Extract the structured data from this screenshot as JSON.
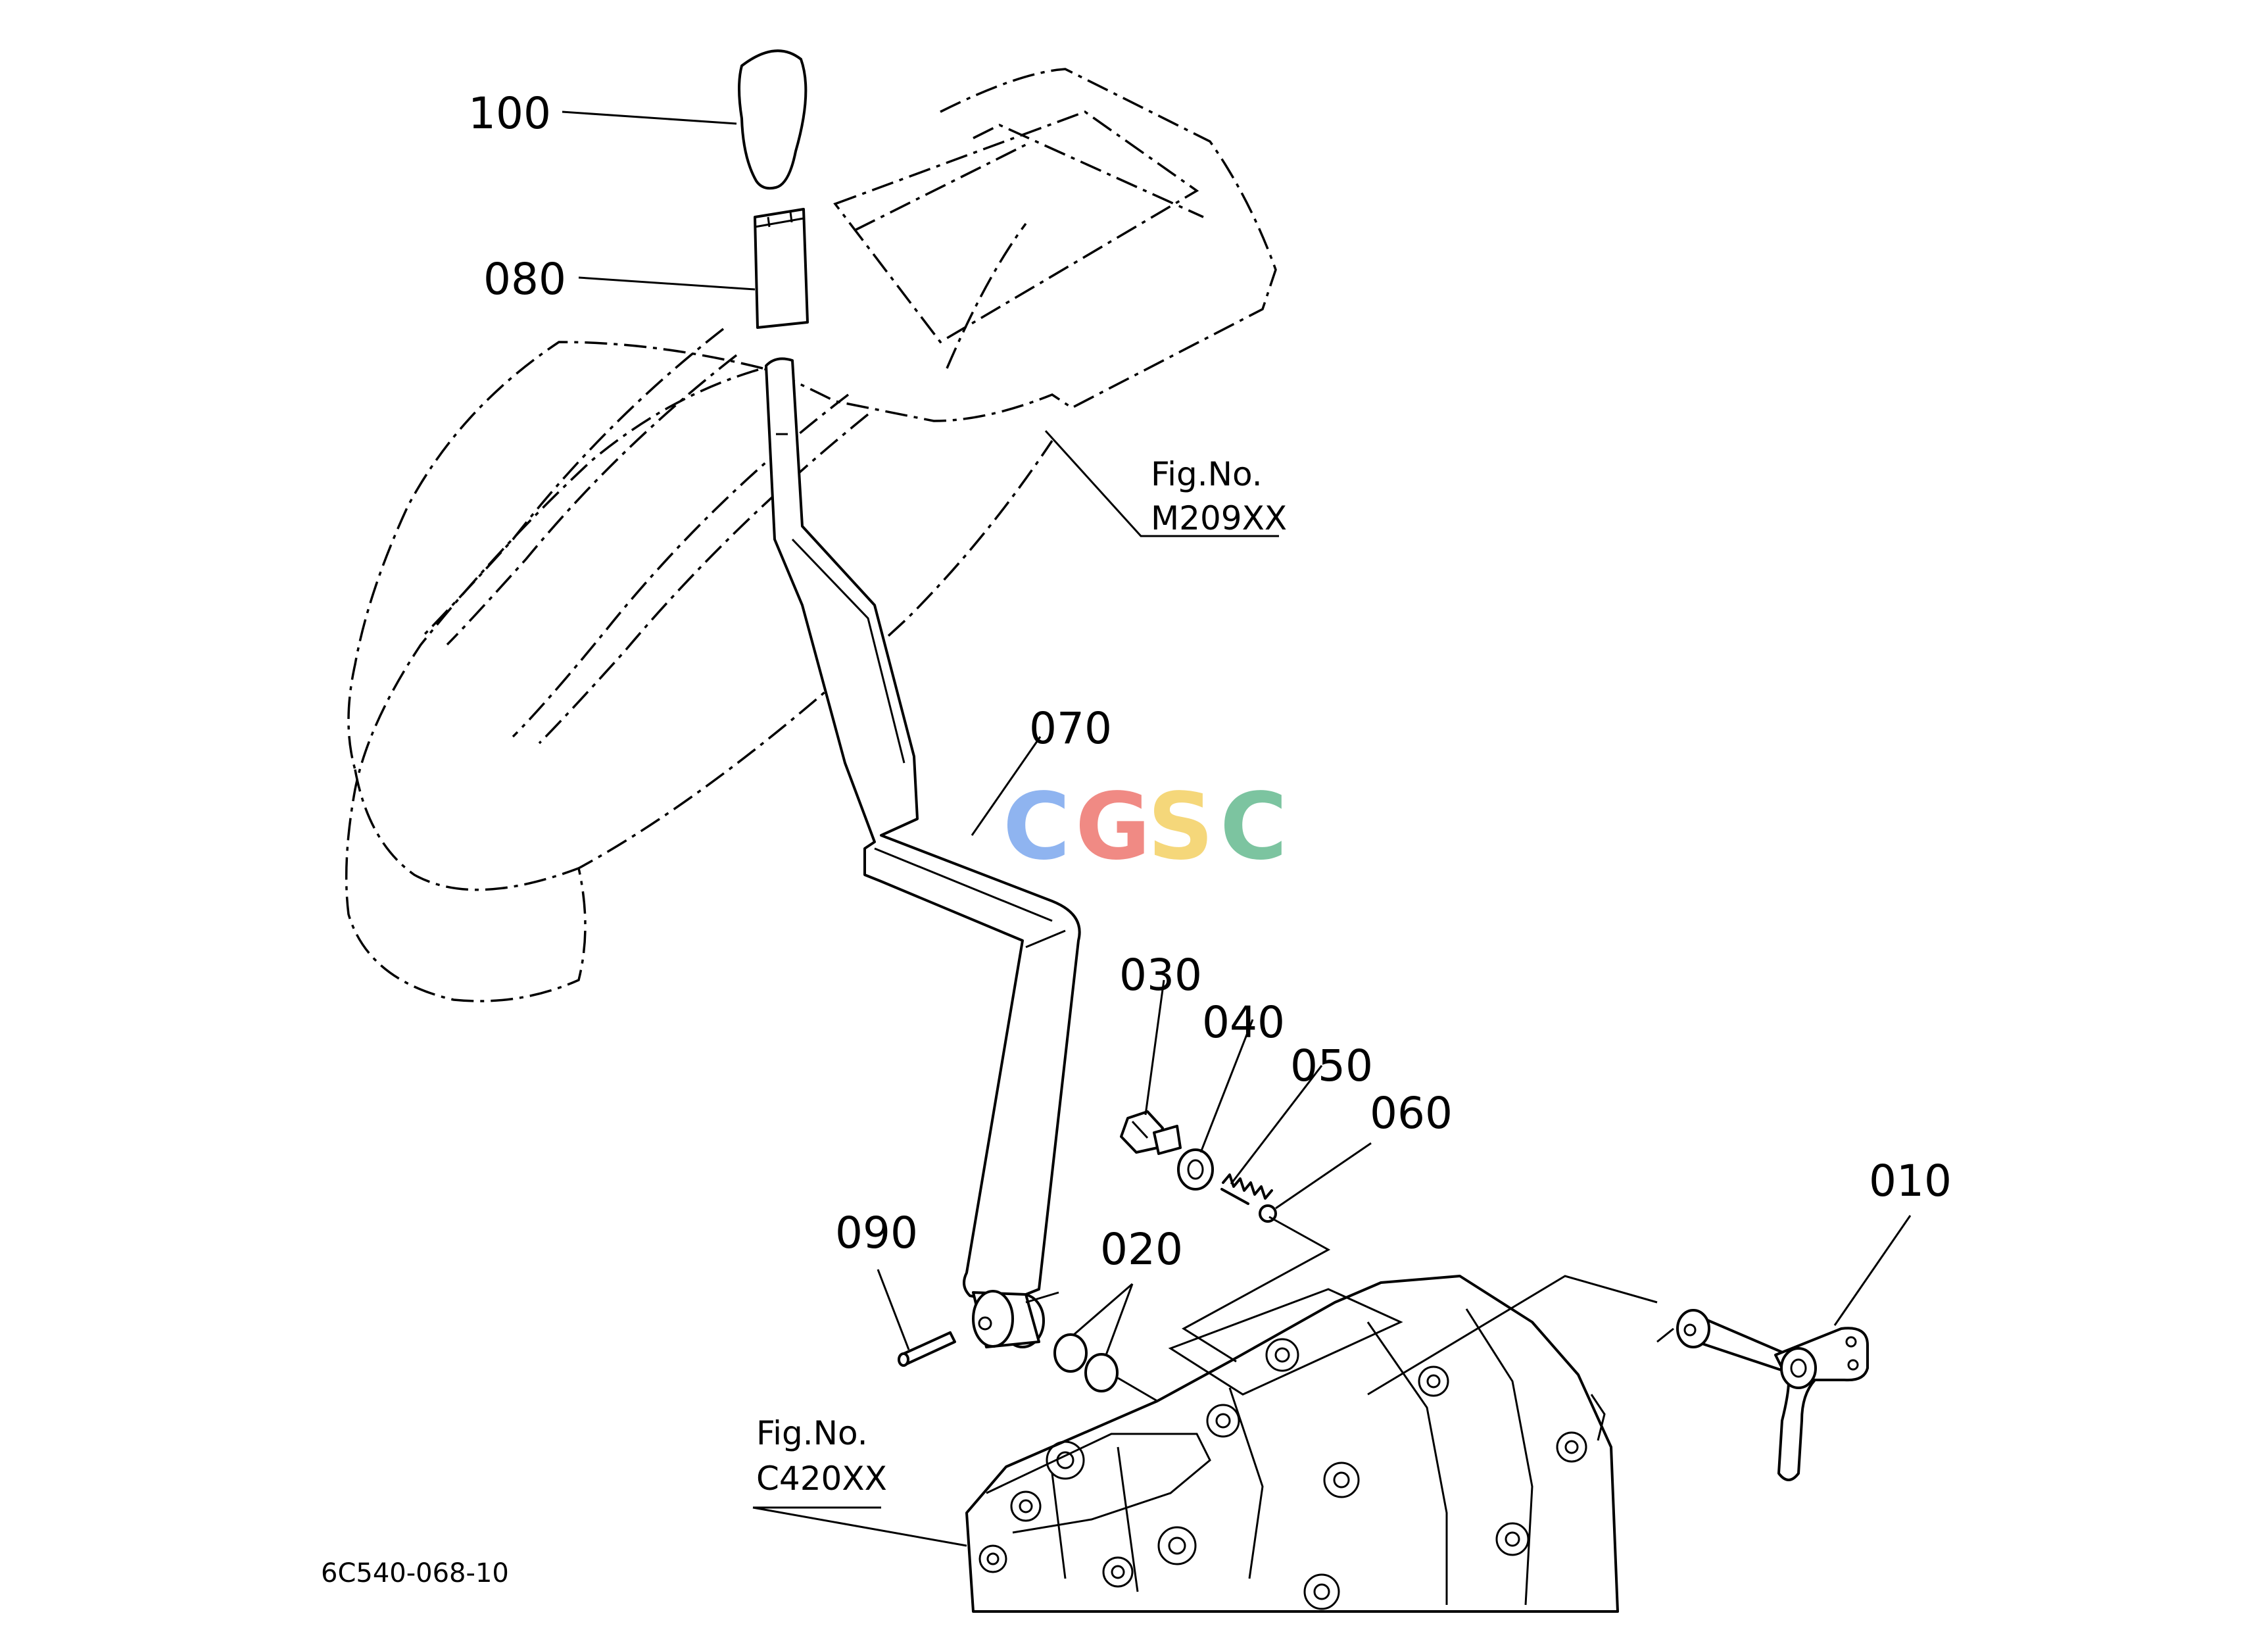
{
  "callouts": {
    "p100": "100",
    "p080": "080",
    "p070": "070",
    "p030": "030",
    "p040": "040",
    "p050": "050",
    "p060": "060",
    "p090": "090",
    "p020": "020",
    "p010": "010"
  },
  "figure_refs": {
    "upper": {
      "line1": "Fig.No.",
      "line2": "M209XX"
    },
    "lower": {
      "line1": "Fig.No.",
      "line2": "C420XX"
    }
  },
  "diagram_code": "6C540-068-10",
  "watermark": {
    "letters": [
      "C",
      "G",
      "S",
      "C"
    ],
    "colors": [
      "#8FB4F0",
      "#F08A84",
      "#F5D77A",
      "#7CC4A0"
    ]
  }
}
